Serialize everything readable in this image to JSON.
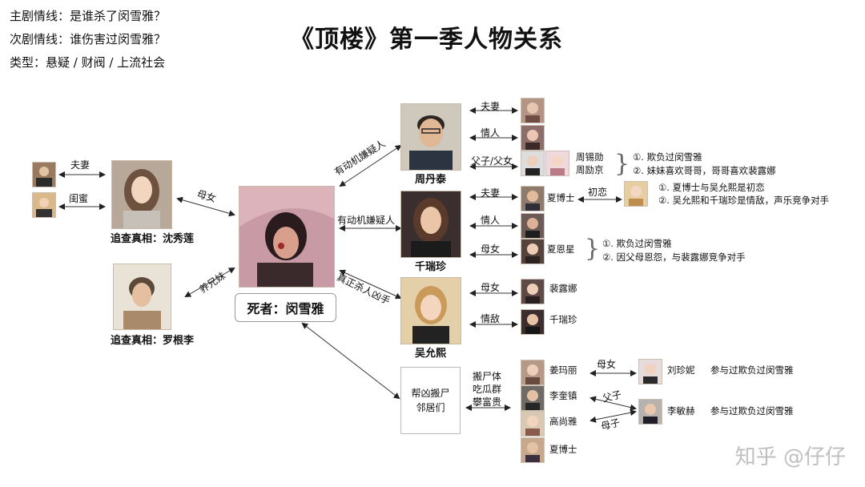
{
  "info": {
    "main_plot": "主剧情线：是谁杀了闵雪雅？",
    "sub_plot": "次剧情线：谁伤害过闵雪雅？",
    "genre": "类型：悬疑 / 财阀 / 上流社会"
  },
  "title": "《顶楼》第一季人物关系",
  "center": {
    "label": "死者：闵雪雅"
  },
  "left": {
    "su_ryeon": "追查真相：沈秀莲",
    "logan": "追查真相：罗根李",
    "rel_couple": "夫妻",
    "rel_bestie": "闺蜜",
    "rel_mother_daughter": "母女",
    "rel_adopted_brother": "养兄妹"
  },
  "right": {
    "zhou": "周丹泰",
    "qian": "千瑞珍",
    "wu": "吴允熙",
    "rel_zhou": "有动机嫌疑人",
    "rel_qian": "有动机嫌疑人",
    "rel_wu": "真正杀人凶手",
    "zhou_rel": [
      "夫妻",
      "情人",
      "父子/父女"
    ],
    "zhou_kids": [
      "周锡勋",
      "周励京"
    ],
    "zhou_notes": [
      "①. 欺负过闵雪雅",
      "②. 妹妹喜欢哥哥，哥哥喜欢裴露娜"
    ],
    "qian_rel": [
      "夫妻",
      "情人",
      "母女"
    ],
    "dr_ha": "夏博士",
    "first_love": "初恋",
    "dr_ha_notes": [
      "①. 夏博士与吴允熙是初恋",
      "②. 吴允熙和千瑞珍是情敌，声乐竞争对手"
    ],
    "eun_byeol": "夏恩星",
    "eun_byeol_notes": [
      "①. 欺负过闵雪雅",
      "②. 因父母恩怨，与裴露娜竞争对手"
    ],
    "wu_rel": [
      "母女",
      "情敌"
    ],
    "wu_names": [
      "裴露娜",
      "千瑞珍"
    ]
  },
  "neighbors": {
    "box": [
      "帮凶搬尸",
      "邻居们"
    ],
    "deeds": [
      "搬尸体",
      "吃瓜群",
      "攀富贵"
    ],
    "names": [
      "姜玛丽",
      "李奎镇",
      "高尚雅",
      "夏博士"
    ],
    "rel_mother_daughter": "母女",
    "rel_father_son": "父子",
    "rel_mother_son": "母子",
    "kid1": "刘珍妮",
    "kid1_note": "参与过欺负过闵雪雅",
    "kid2": "李敏赫",
    "kid2_note": "参与过欺负过闵雪雅"
  },
  "watermark": "知乎 @仔仔"
}
